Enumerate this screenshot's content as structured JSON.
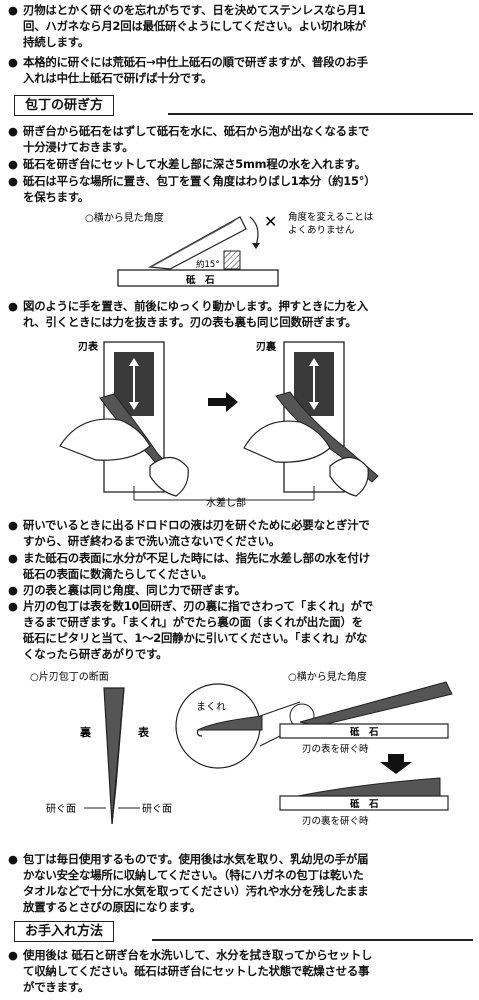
{
  "bullet_glyph": "●",
  "intro": [
    "刃物はとかく研ぐのを忘れがちです、日を決めてステンレスなら月1\n回、ハガネなら月2回は最低研ぐようにしてください。よい切れ味が\n持続します。",
    "本格的に研ぐには荒砥石→中仕上砥石の順で研ぎますが、普段のお手\n入れは中仕上砥石で研げば十分です。"
  ],
  "section1": {
    "title": "包丁の研ぎ方",
    "bullets": [
      "研ぎ台から砥石をはずして砥石を水に、砥石から泡が出なくなるまで\n十分浸けておきます。",
      "砥石を研ぎ台にセットして水差し部に深さ5mm程の水を入れます。",
      "砥石は平らな場所に置き、包丁を置く角度はわりばし1本分（約15°）\nを保ちます。"
    ],
    "figure1": {
      "side_view_label": "○横から見た角度",
      "wrong_note": "角度を変えることは\nよくありません",
      "angle_label": "約15°",
      "stone_label": "砥　石"
    },
    "bullet_hands": "図のように手を置き、前後にゆっくり動かします。押すときに力を入\nれ、引くときには力を抜きます。刃の表も裏も同じ回数研ぎます。",
    "figure2": {
      "front_label": "刃表",
      "back_label": "刃裏",
      "water_label": "水差し部"
    },
    "bullets2": [
      "研いでいるときに出るドロドロの液は刃を研ぐために必要なとぎ汁で\nすから、研ぎ終わるまで洗い流さないでください。",
      "また砥石の表面に水分が不足した時には、指先に水差し部の水を付け\n砥石の表面に数滴たらしてください。",
      "刃の表と裏は同じ角度、同じ力で研ぎます。",
      "片刃の包丁は表を数10回研ぎ、刃の裏に指でさわって「まくれ」がで\nきるまで研ぎます。「まくれ」がでたら裏の面（まくれが出た面）を\n砥石にピタリと当て、1〜2回静かに引いてください。「まくれ」がな\nくなったら研ぎあがりです。"
    ],
    "figure3": {
      "section_title": "○片刃包丁の断面",
      "back": "裏",
      "front": "表",
      "ground_left": "研ぐ面",
      "ground_right": "研ぐ面",
      "side_view_label": "○横から見た角度",
      "burr": "まくれ",
      "stone1": "砥　石",
      "caption1": "刃の表を研ぐ時",
      "stone2": "砥　石",
      "caption2": "刃の裏を研ぐ時"
    },
    "bullet_daily": "包丁は毎日使用するものです。使用後は水気を取り、乳幼児の手が届\nかない安全な場所に収納してください。（特にハガネの包丁は乾いた\nタオルなどで十分に水気を取ってください）汚れや水分を残したまま\n放置するとさびの原因になります。"
  },
  "section2": {
    "title": "お手入れ方法",
    "bullet": "使用後は 砥石と研ぎ台を水洗いして、水分を拭き取ってからセットし\nて収納してください。砥石は研ぎ台にセットした状態で乾燥させる事\nができます。"
  }
}
